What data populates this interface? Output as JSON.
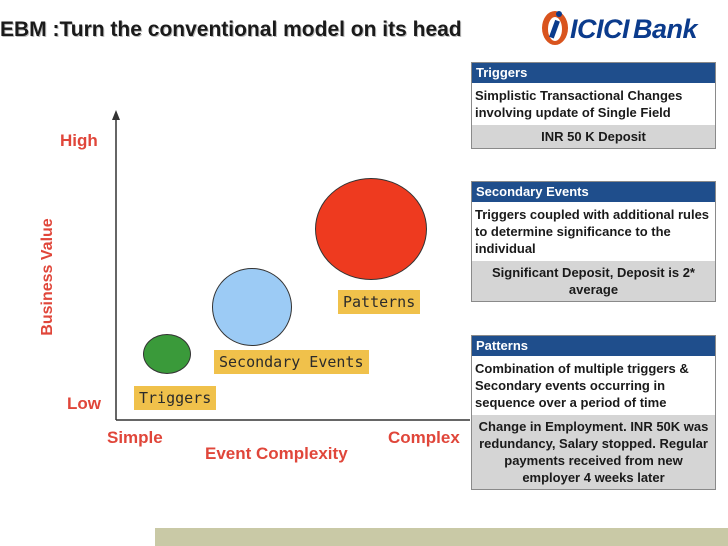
{
  "title": "EBM :Turn the conventional model on its head",
  "logo": {
    "text": "ICICI",
    "text2": "Bank"
  },
  "axes": {
    "y_label": "Business Value",
    "y_high": "High",
    "y_low": "Low",
    "x_label": "Event Complexity",
    "x_left": "Simple",
    "x_right": "Complex"
  },
  "bubbles": [
    {
      "label": "Triggers",
      "color": "#3a9a3a"
    },
    {
      "label": "Secondary Events",
      "color": "#9ccbf5"
    },
    {
      "label": "Patterns",
      "color": "#ee3a1f"
    }
  ],
  "panels": [
    {
      "header": "Triggers",
      "body": "Simplistic Transactional Changes involving update of Single Field",
      "footer": "INR 50 K Deposit"
    },
    {
      "header": "Secondary Events",
      "body": "Triggers coupled with additional rules to determine significance to the individual",
      "footer": "Significant Deposit, Deposit is 2* average"
    },
    {
      "header": "Patterns",
      "body": "Combination of multiple triggers & Secondary events occurring in sequence over a period of time",
      "footer": "Change in Employment. INR 50K was redundancy, Salary stopped. Regular payments received from new employer 4 weeks later"
    }
  ],
  "colors": {
    "accent": "#e0463a",
    "panel_header": "#1f4e8c",
    "tag": "#f0c14b"
  }
}
